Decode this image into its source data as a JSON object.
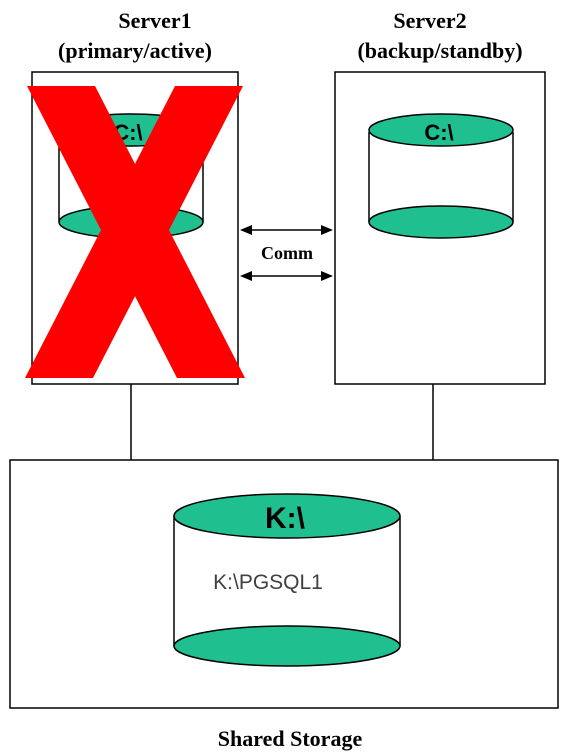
{
  "server1": {
    "name": "Server1",
    "role": "(primary/active)",
    "disk_label": "C:\\",
    "failed": true
  },
  "server2": {
    "name": "Server2",
    "role": "(backup/standby)",
    "disk_label": "C:\\"
  },
  "link": {
    "label": "Comm"
  },
  "shared_storage": {
    "caption": "Shared Storage",
    "disk_label": "K:\\",
    "volume_path": "K:\\PGSQL1"
  },
  "colors": {
    "disk_fill": "#1FBF8F",
    "cross": "#FF0000",
    "line": "#000000",
    "volume_text": "#404040"
  }
}
